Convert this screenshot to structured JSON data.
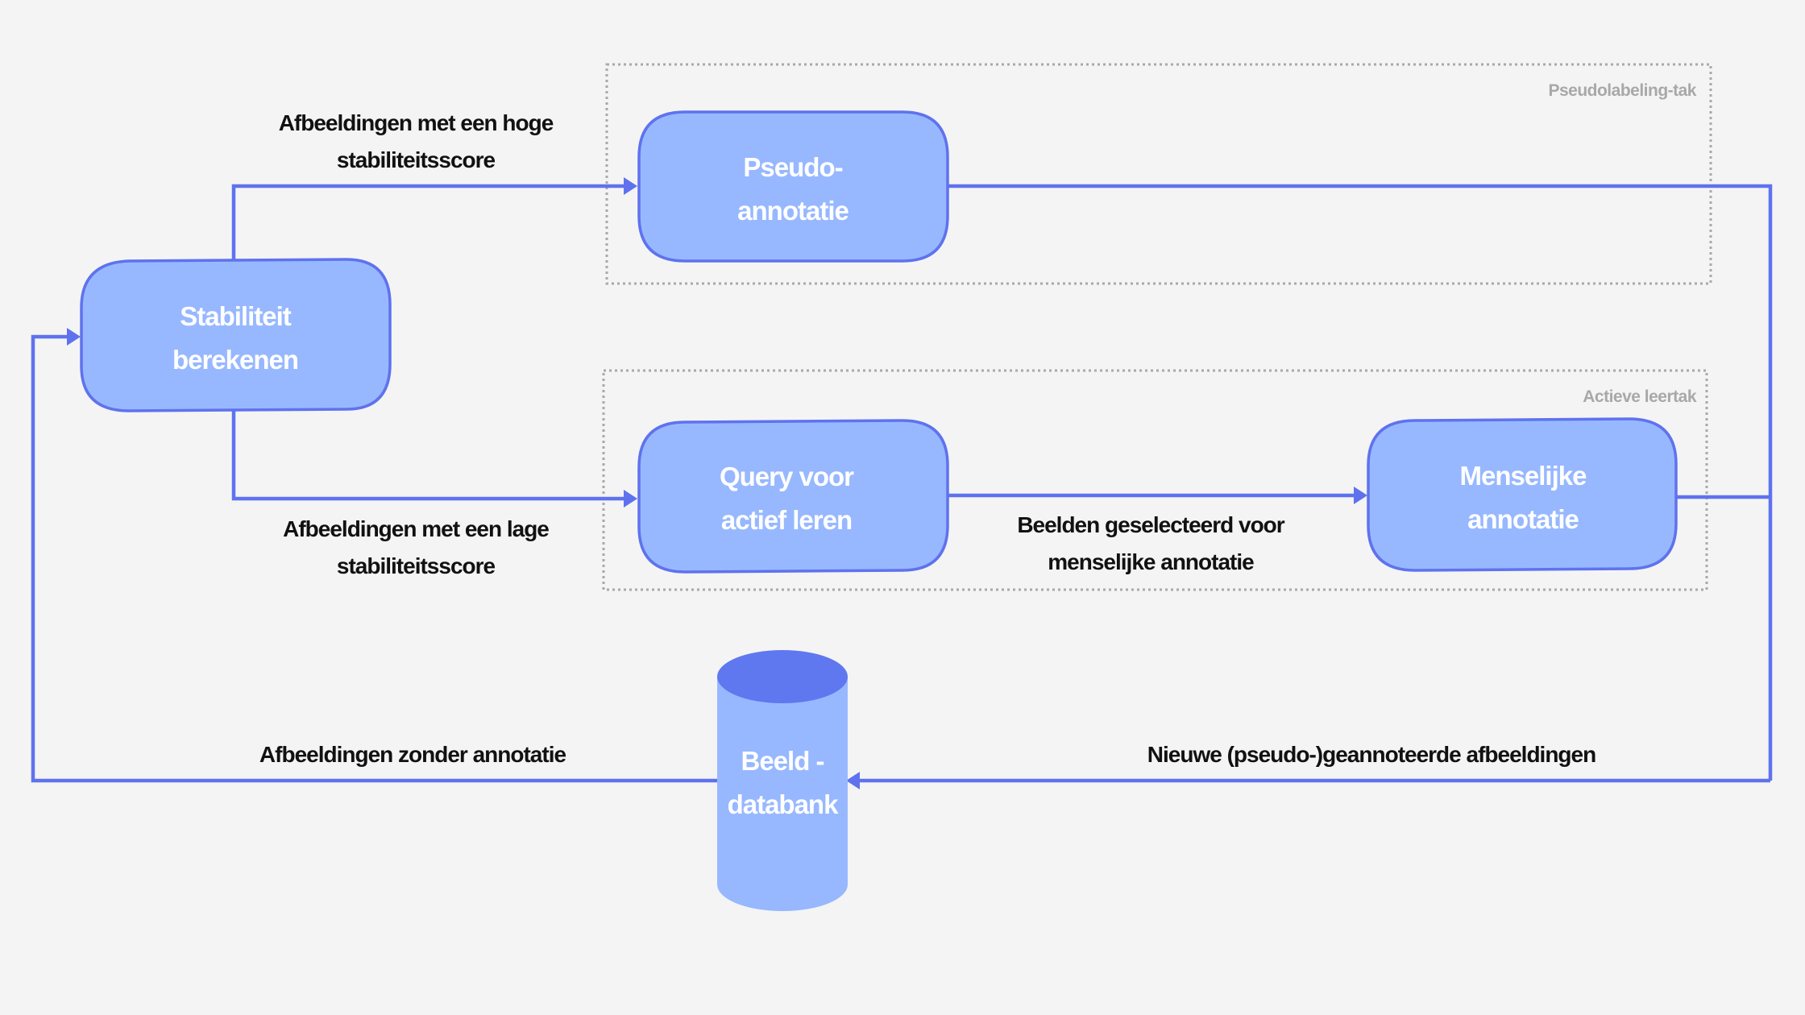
{
  "colors": {
    "background": "#f4f4f4",
    "node_fill": "#97b8ff",
    "node_stroke": "#5f72ee",
    "edge": "#5f72ee",
    "cylinder_top": "#5f78f0",
    "group_border": "#a9a9a9",
    "group_label": "#a8a8a8",
    "label_text": "#111111",
    "node_text": "#ffffff"
  },
  "groups": {
    "pseudolabeling": {
      "label": "Pseudolabeling-tak"
    },
    "active": {
      "label": "Actieve leertak"
    }
  },
  "nodes": {
    "stability": {
      "line1": "Stabiliteit",
      "line2": "berekenen"
    },
    "pseudo": {
      "line1": "Pseudo-",
      "line2": "annotatie"
    },
    "query": {
      "line1": "Query voor",
      "line2": "actief leren"
    },
    "human": {
      "line1": "Menselijke",
      "line2": "annotatie"
    },
    "database": {
      "line1": "Beeld -",
      "line2": "databank"
    }
  },
  "edges": {
    "high": {
      "line1": "Afbeeldingen met een hoge",
      "line2": "stabiliteitsscore"
    },
    "low": {
      "line1": "Afbeeldingen met een lage",
      "line2": "stabiliteitsscore"
    },
    "selected": {
      "line1": "Beelden geselecteerd voor",
      "line2": "menselijke annotatie"
    },
    "unlabeled": {
      "line1": "Afbeeldingen zonder annotatie"
    },
    "new": {
      "line1": "Nieuwe (pseudo-)geannoteerde afbeeldingen"
    }
  }
}
